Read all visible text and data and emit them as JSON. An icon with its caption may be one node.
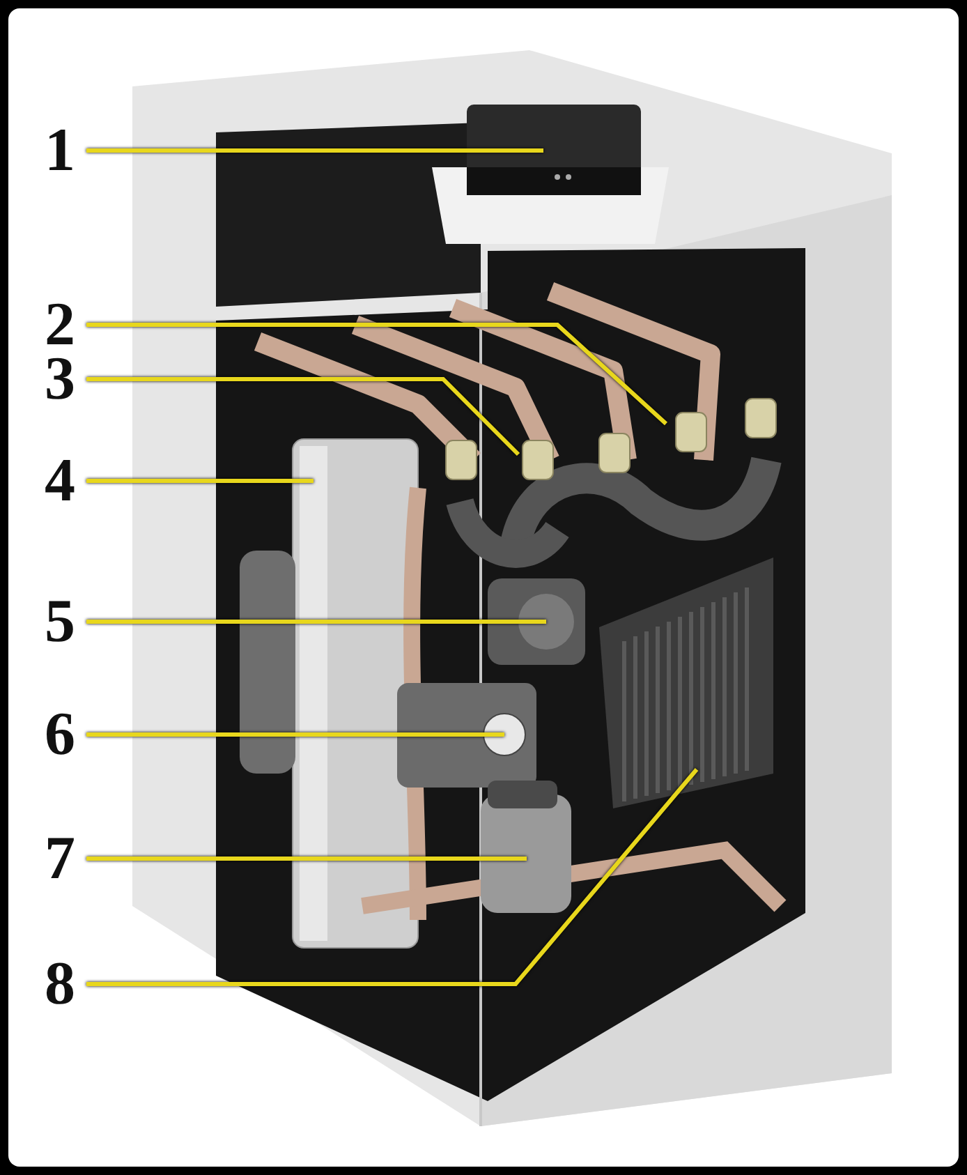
{
  "diagram": {
    "nodes": [
      {
        "text": [
          "1"
        ]
      },
      {
        "text": [
          "2"
        ]
      },
      {
        "text": [
          "3"
        ]
      },
      {
        "text": [
          "4"
        ]
      },
      {
        "text": [
          "5"
        ]
      },
      {
        "text": [
          "6"
        ]
      },
      {
        "text": [
          "7"
        ]
      },
      {
        "text": [
          "8"
        ]
      }
    ],
    "edges": [
      {
        "from": 0,
        "to": null,
        "arrow": "none"
      },
      {
        "from": 1,
        "to": null,
        "arrow": "none"
      },
      {
        "from": 2,
        "to": null,
        "arrow": "none"
      },
      {
        "from": 3,
        "to": null,
        "arrow": "none"
      },
      {
        "from": 4,
        "to": null,
        "arrow": "none"
      },
      {
        "from": 5,
        "to": null,
        "arrow": "none"
      },
      {
        "from": 6,
        "to": null,
        "arrow": "none"
      },
      {
        "from": 7,
        "to": null,
        "arrow": "none"
      }
    ]
  }
}
